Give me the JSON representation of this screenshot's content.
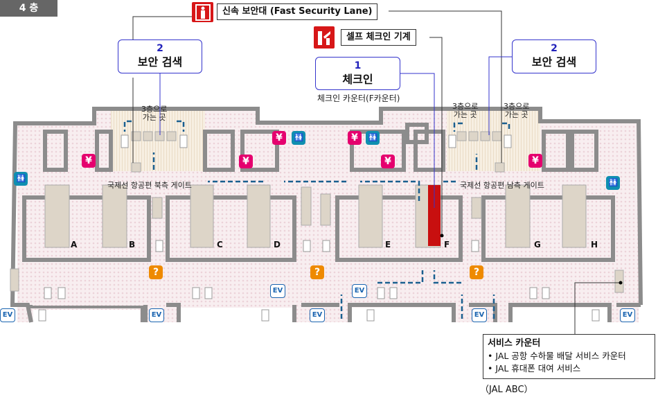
{
  "floor_label": "4 층",
  "callouts": {
    "fast_security": "신속 보안대 (Fast Security Lane)",
    "self_checkin": "셀프 체크인 기계",
    "checkin": {
      "number": "1",
      "title": "체크인",
      "sub": "체크인 카운터(F카운터)"
    },
    "security_left": {
      "number": "2",
      "title": "보안 검색"
    },
    "security_right": {
      "number": "2",
      "title": "보안 검색"
    }
  },
  "map": {
    "to_3f": [
      "3층으로",
      "가는 곳"
    ],
    "north_gate": "국제선 항공편 북측 게이트",
    "south_gate": "국제선 항공편 남측 게이트",
    "counters": [
      "A",
      "B",
      "C",
      "D",
      "E",
      "F",
      "G",
      "H"
    ],
    "icons": {
      "yen": "¥",
      "restroom": "🚻",
      "info": "?",
      "ev": "EV"
    }
  },
  "service": {
    "title": "서비스 카운터",
    "items": [
      "• JAL 공항 수하물 배달 서비스 카운터",
      "• JAL 휴대폰 대여 서비스"
    ],
    "note": "（JAL ABC）"
  },
  "colors": {
    "wall": "#8c8c8c",
    "floor": "#f6e9ec",
    "security": "#f5ecdc",
    "accent_red": "#d71718",
    "route": "#1a5f8f"
  }
}
